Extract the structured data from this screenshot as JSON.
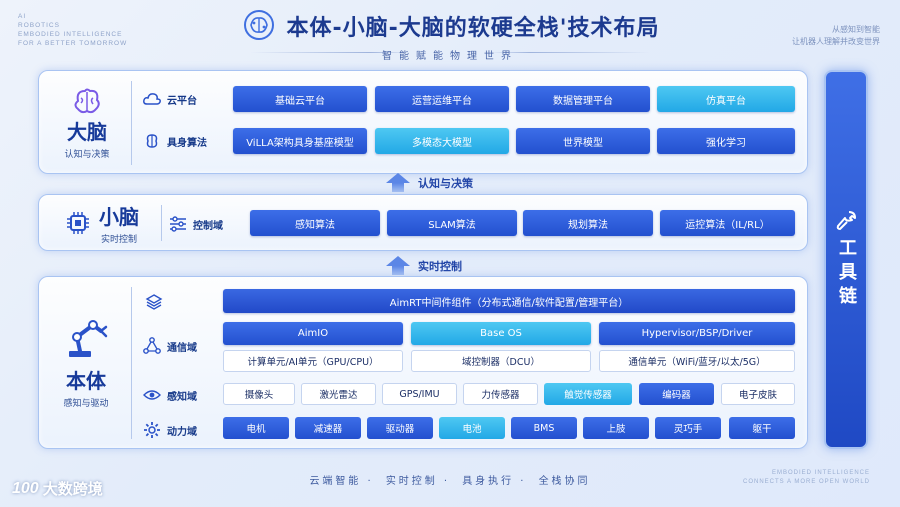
{
  "header": {
    "title": "本体-小脑-大脑的软硬全栈'技术布局",
    "subtitle": "智能赋能物理世界",
    "corner_tl": [
      "AI",
      "ROBOTICS",
      "EMBODIED INTELLIGENCE",
      "FOR A BETTER TOMORROW"
    ],
    "corner_tr": [
      "从感知到智能",
      "让机器人理解并改变世界"
    ],
    "corner_br": [
      "EMBODIED INTELLIGENCE",
      "CONNECTS A MORE OPEN WORLD"
    ]
  },
  "brain": {
    "name": "大脑",
    "desc": "认知与决策",
    "cloud_label": "云平台",
    "cloud_items": [
      "基础云平台",
      "运营运维平台",
      "数据管理平台",
      "仿真平台"
    ],
    "algo_label": "具身算法",
    "algo_items": [
      "ViLLA架构具身基座模型",
      "多模态大模型",
      "世界模型",
      "强化学习"
    ]
  },
  "connector1": "认知与决策",
  "cerebellum": {
    "name": "小脑",
    "desc": "实时控制",
    "control_label": "控制域",
    "control_items": [
      "感知算法",
      "SLAM算法",
      "规划算法",
      "运控算法（IL/RL）"
    ]
  },
  "connector2": "实时控制",
  "body": {
    "name": "本体",
    "desc": "感知与驱动",
    "middleware": "AimRT中间件组件（分布式通信/软件配置/管理平台）",
    "comm_label": "通信域",
    "comm_items": [
      "AimIO",
      "Base OS",
      "Hypervisor/BSP/Driver"
    ],
    "comm_subs": [
      "计算单元/AI单元（GPU/CPU）",
      "域控制器（DCU）",
      "通信单元（WiFi/蓝牙/以太/5G）"
    ],
    "sense_label": "感知域",
    "sense_items": [
      "摄像头",
      "激光雷达",
      "GPS/IMU",
      "力传感器",
      "触觉传感器",
      "编码器",
      "电子皮肤"
    ],
    "power_label": "动力域",
    "power_items": [
      "电机",
      "减速器",
      "驱动器",
      "电池",
      "BMS",
      "上肢",
      "灵巧手",
      "躯干"
    ]
  },
  "toolchain": {
    "label": "工具链"
  },
  "footer": [
    "云端智能",
    "实时控制",
    "具身执行",
    "全栈协同"
  ],
  "logo": {
    "mark": "100",
    "text": "大数跨境"
  }
}
